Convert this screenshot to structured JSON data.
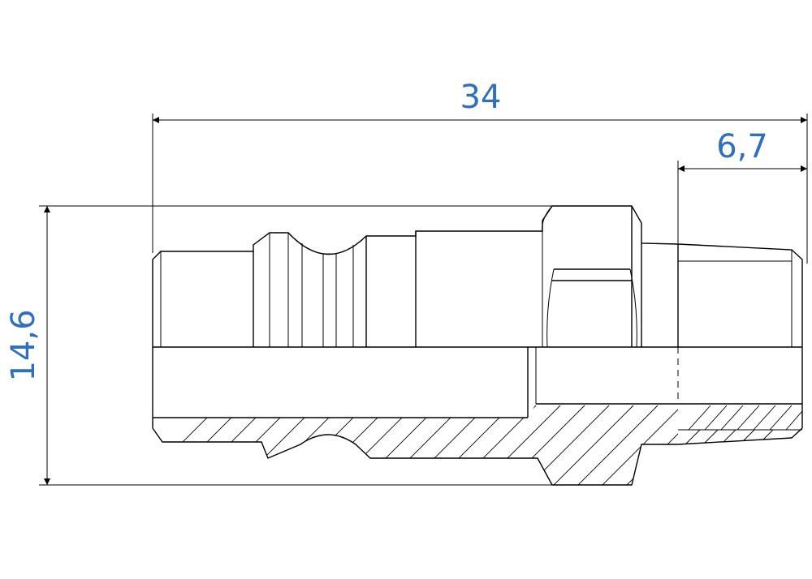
{
  "colors": {
    "line": "#000000",
    "dimension_text": "#2f6fbf",
    "background": "#ffffff"
  },
  "dimensions": {
    "overall_length": "34",
    "thread_length": "6,7",
    "outer_diameter": "14,6"
  }
}
